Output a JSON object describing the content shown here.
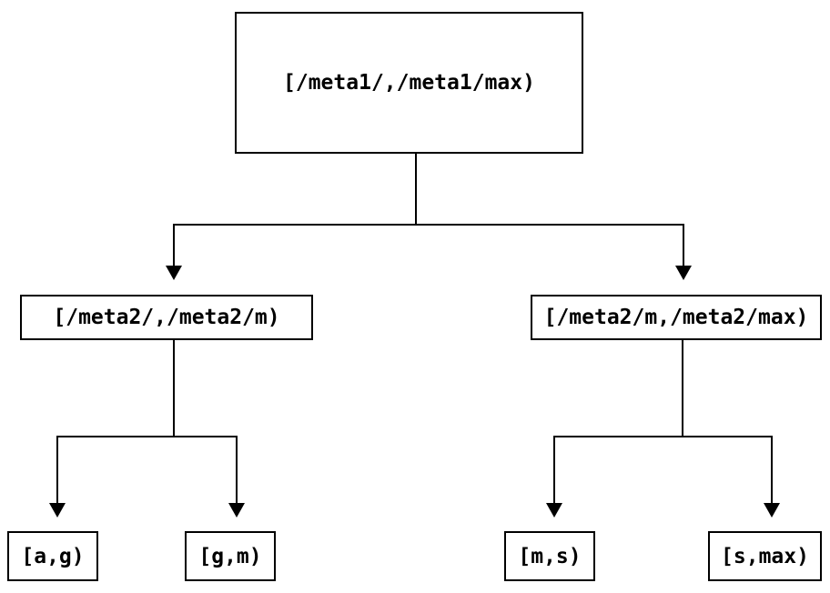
{
  "colors": {
    "background": "#ffffff",
    "line": "#000000",
    "text": "#000000"
  },
  "tree": {
    "root": {
      "label": "[/meta1/,/meta1/max)"
    },
    "level2": [
      {
        "label": "[/meta2/,/meta2/m)"
      },
      {
        "label": "[/meta2/m,/meta2/max)"
      }
    ],
    "leaves": [
      {
        "label": "[a,g)"
      },
      {
        "label": "[g,m)"
      },
      {
        "label": "[m,s)"
      },
      {
        "label": "[s,max)"
      }
    ]
  },
  "icons": {
    "arrow_down": "▼"
  }
}
